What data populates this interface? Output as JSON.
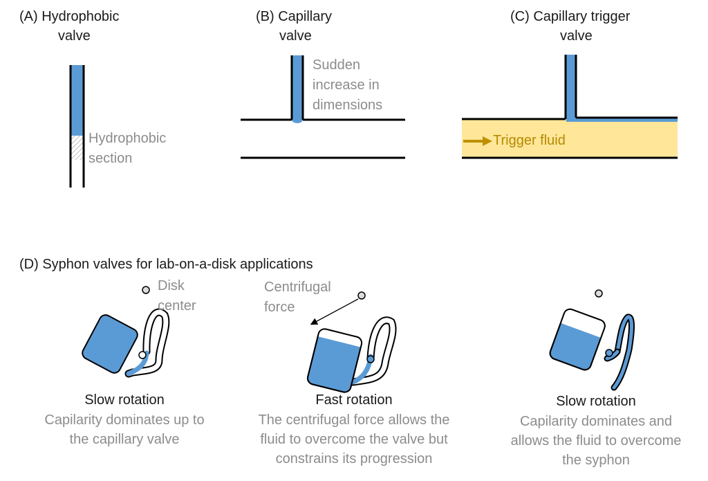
{
  "panels": {
    "a": {
      "title_line1": "(A) Hydrophobic",
      "title_line2": "valve",
      "annotation_line1": "Hydrophobic",
      "annotation_line2": "section"
    },
    "b": {
      "title_line1": "(B) Capillary",
      "title_line2": "valve",
      "annotation_line1": "Sudden",
      "annotation_line2": "increase in",
      "annotation_line3": "dimensions"
    },
    "c": {
      "title_line1": "(C) Capillary trigger",
      "title_line2": "valve",
      "annotation": "Trigger fluid"
    },
    "d": {
      "title": "(D) Syphon valves for lab-on-a-disk applications",
      "disk_center_line1": "Disk",
      "disk_center_line2": "center",
      "force_line1": "Centrifugal",
      "force_line2": "force",
      "steps": [
        {
          "heading": "Slow rotation",
          "desc_line1": "Capilarity dominates up to",
          "desc_line2": "the capillary valve"
        },
        {
          "heading": "Fast rotation",
          "desc_line1": "The centrifugal force allows the",
          "desc_line2": "fluid to overcome the valve but",
          "desc_line3": "constrains its progression"
        },
        {
          "heading": "Slow rotation",
          "desc_line1": "Capilarity dominates and",
          "desc_line2": "allows the fluid to overcome",
          "desc_line3": "the syphon"
        }
      ]
    }
  },
  "colors": {
    "fluid": "#5b9bd5",
    "trigger_fluid": "#ffe699",
    "trigger_arrow": "#bf9000",
    "outline": "#000000",
    "annotation_text": "#8c8c8c"
  }
}
